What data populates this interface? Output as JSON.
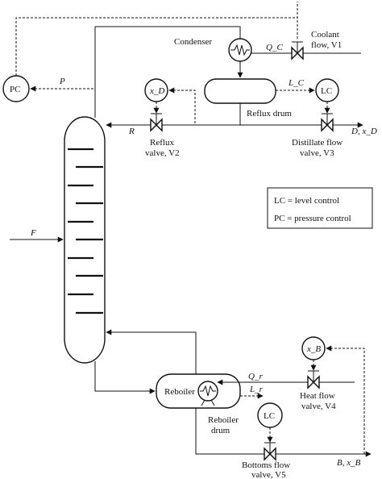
{
  "labels": {
    "condenser": "Condenser",
    "coolant_line1": "Coolant",
    "coolant_line2": "flow, V1",
    "q_c": "Q_C",
    "p": "P",
    "pc": "PC",
    "xd": "x_D",
    "lc_top": "LC",
    "l_c": "L_C",
    "reflux_drum": "Reflux drum",
    "r": "R",
    "reflux_valve_line1": "Reflux",
    "reflux_valve_line2": "valve, V2",
    "distillate_valve_line1": "Distillate flow",
    "distillate_valve_line2": "valve, V3",
    "distillate_out": "D, x_D",
    "f": "F",
    "reboiler": "Reboiler",
    "q_r": "Q_r",
    "l_r": "L_r",
    "reboiler_drum_line1": "Reboiler",
    "reboiler_drum_line2": "drum",
    "xb": "x_B",
    "heat_valve_line1": "Heat flow",
    "heat_valve_line2": "valve, V4",
    "lc_bottom": "LC",
    "bottoms_valve_line1": "Bottoms flow",
    "bottoms_valve_line2": "valve, V5",
    "bottoms_out": "B, x_B"
  },
  "legend": {
    "lc": "LC = level control",
    "pc": "PC = pressure control"
  }
}
